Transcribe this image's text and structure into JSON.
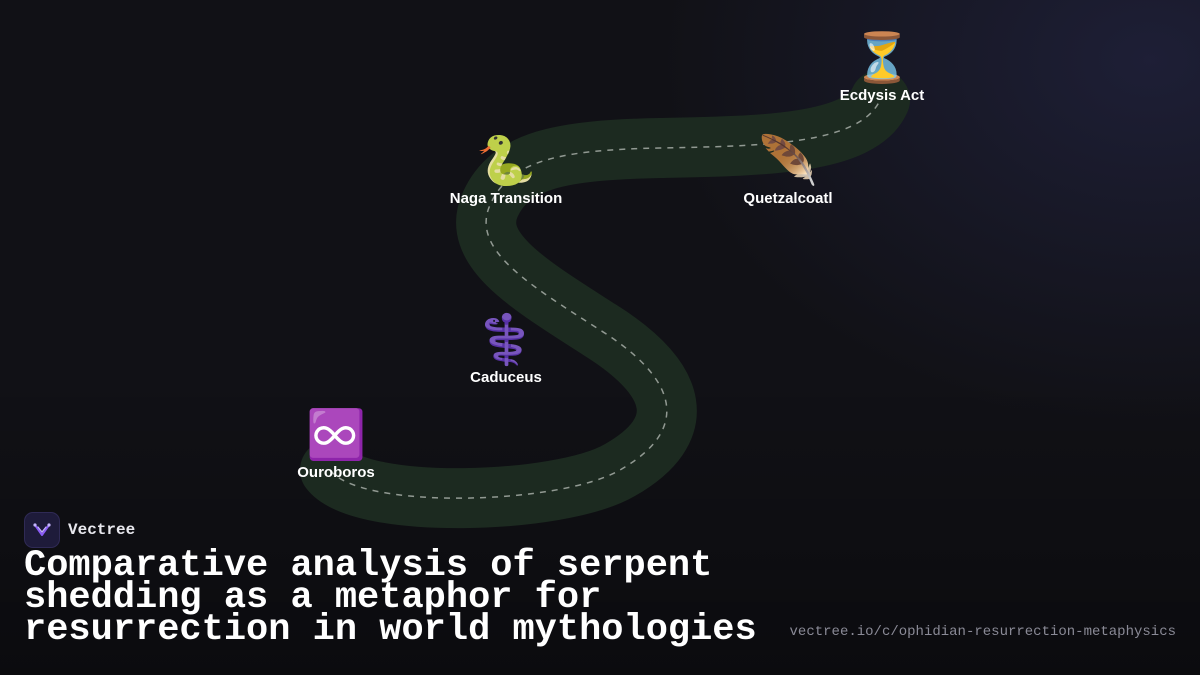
{
  "milestones": [
    {
      "label": "Ouroboros",
      "icon_char": "♾️",
      "icon": "infinity-icon"
    },
    {
      "label": "Caduceus",
      "icon_char": "⚕️",
      "icon": "caduceus-icon"
    },
    {
      "label": "Naga Transition",
      "icon_char": "🐍",
      "icon": "snake-icon"
    },
    {
      "label": "Quetzalcoatl",
      "icon_char": "🪶",
      "icon": "feather-icon"
    },
    {
      "label": "Ecdysis Act",
      "icon_char": "⏳",
      "icon": "hourglass-icon"
    }
  ],
  "brand": {
    "name": "Vectree"
  },
  "title": "Comparative analysis of serpent shedding as a metaphor for resurrection in world mythologies",
  "url": "vectree.io/c/ophidian-resurrection-metaphysics",
  "colors": {
    "background": "#111116",
    "road": "#1c2a20",
    "road_dash": "#b8bfb8",
    "logo_accent": "#8b5cf6"
  }
}
